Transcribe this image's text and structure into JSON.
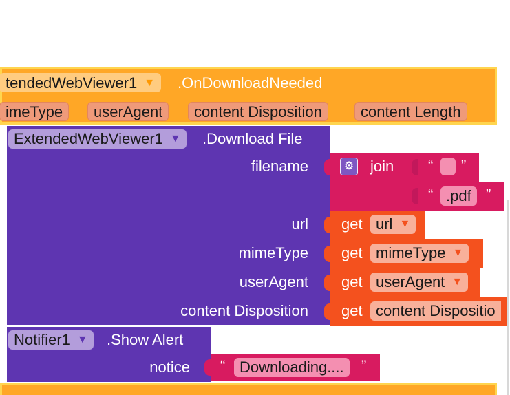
{
  "event": {
    "component": "tendedWebViewer1",
    "event_name": ".OnDownloadNeeded",
    "params": [
      "imeType",
      "userAgent",
      "content Disposition",
      "content Length"
    ]
  },
  "download": {
    "component": "ExtendedWebViewer1",
    "method": ".Download File",
    "sockets": {
      "filename": "filename",
      "url": "url",
      "mimeType": "mimeType",
      "userAgent": "userAgent",
      "contentDisposition": "content Disposition"
    }
  },
  "join": {
    "label": "join",
    "text1": "",
    "text2": ".pdf"
  },
  "gets": {
    "label": "get",
    "url": "url",
    "mimeType": "mimeType",
    "userAgent": "userAgent",
    "contentDisposition": "content Dispositio"
  },
  "alert": {
    "component": "Notifier1",
    "method": ".Show Alert",
    "socket": "notice",
    "text": "Downloading...."
  },
  "glyphs": {
    "quote_open": "“",
    "quote_close": "”",
    "caret": "▼",
    "gear": "⚙"
  },
  "colors": {
    "event": "#ffa726",
    "procedure": "#5e35b1",
    "text": "#d81b60",
    "variable": "#f4511e"
  }
}
